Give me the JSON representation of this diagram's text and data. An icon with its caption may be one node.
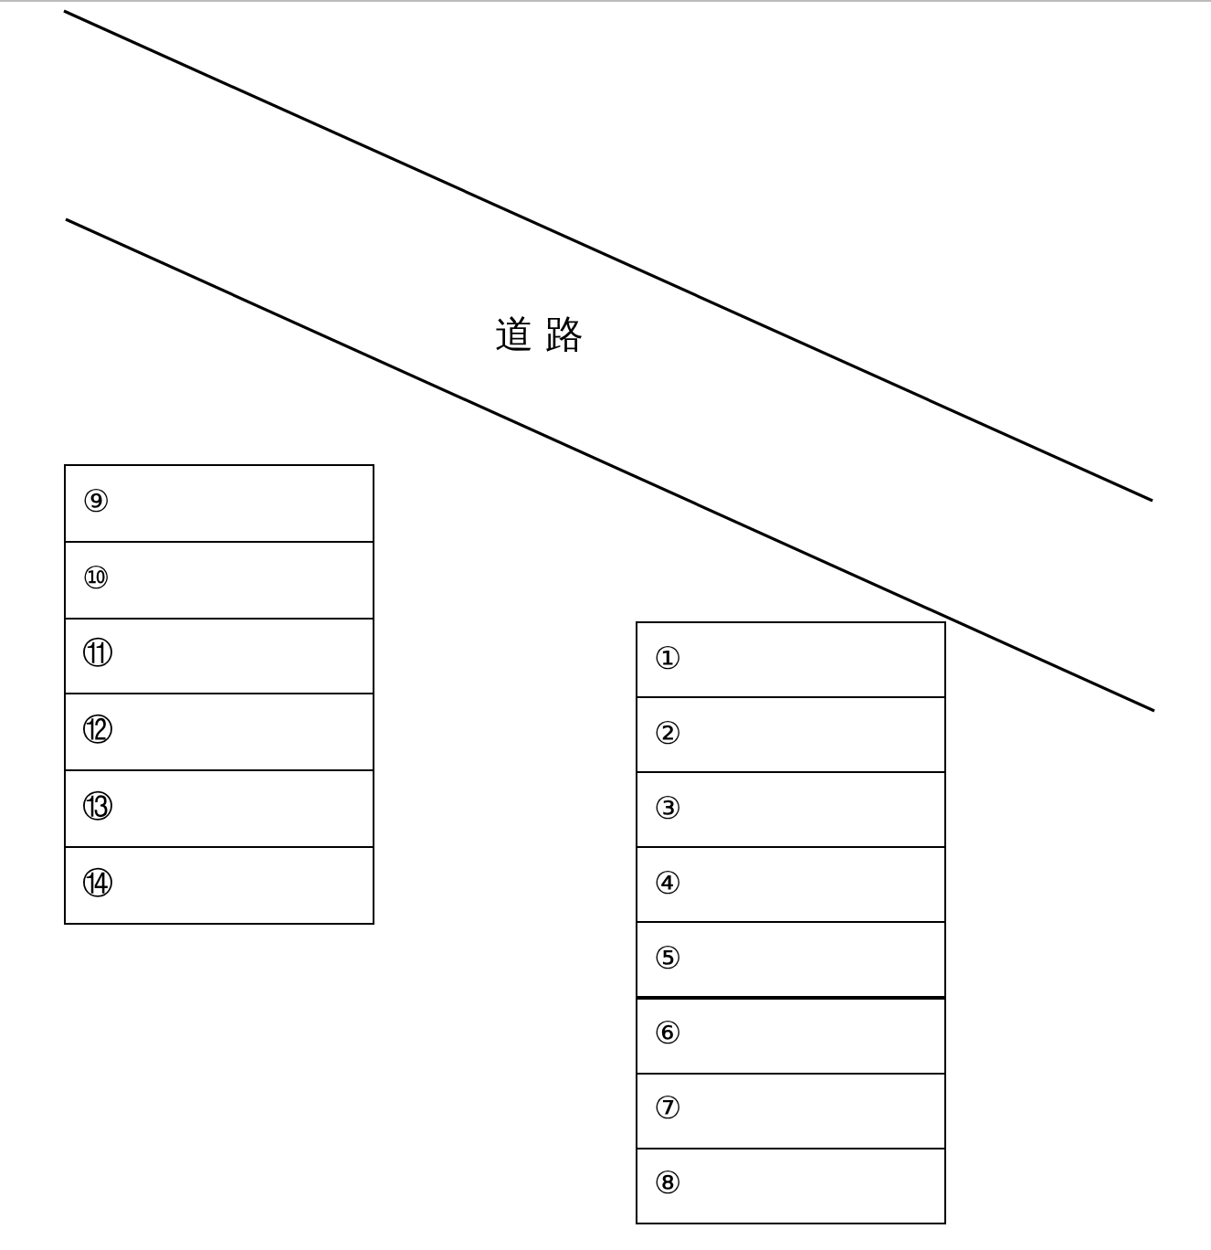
{
  "diagram": {
    "nodes": [
      {
        "text": [
          "①"
        ]
      },
      {
        "text": [
          "②"
        ]
      },
      {
        "text": [
          "③"
        ]
      },
      {
        "text": [
          "④"
        ]
      },
      {
        "text": [
          "⑤"
        ]
      },
      {
        "text": [
          "⑥"
        ]
      },
      {
        "text": [
          "⑦"
        ]
      },
      {
        "text": [
          "⑧"
        ]
      },
      {
        "text": [
          "⑨"
        ]
      },
      {
        "text": [
          "⑩"
        ]
      },
      {
        "text": [
          "⑪"
        ]
      },
      {
        "text": [
          "⑫"
        ]
      },
      {
        "text": [
          "⑬"
        ]
      },
      {
        "text": [
          "⑭"
        ]
      }
    ],
    "labels": [
      "道 路"
    ]
  }
}
